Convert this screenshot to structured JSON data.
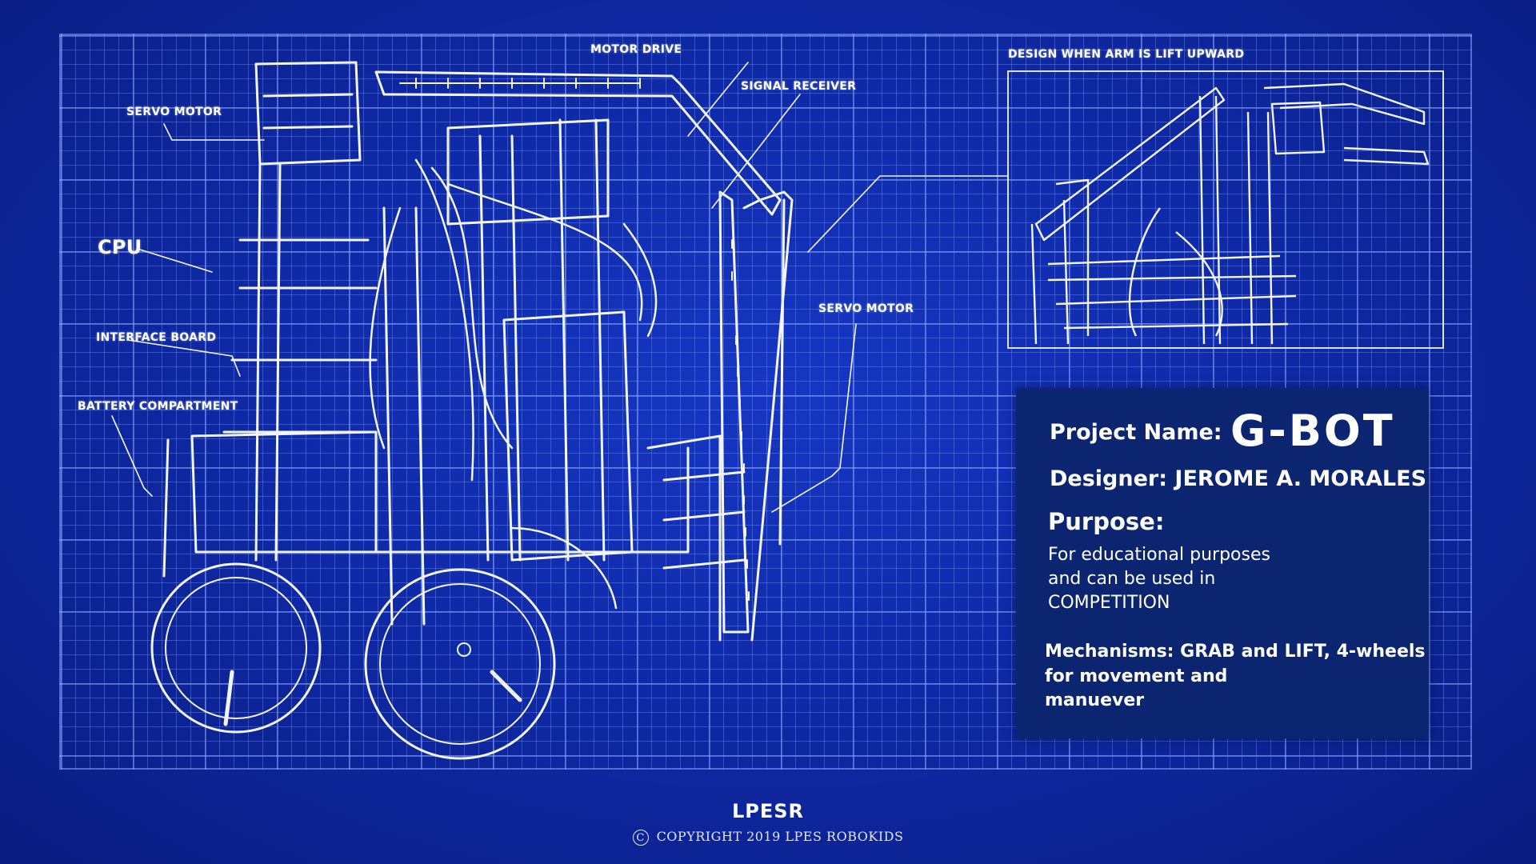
{
  "labels": {
    "motor_drive": "MOTOR DRIVE",
    "signal_receiver": "SIGNAL RECEIVER",
    "servo_motor_top": "SERVO MOTOR",
    "cpu": "CPU",
    "interface_board": "INTERFACE BOARD",
    "battery_compartment": "BATTERY COMPARTMENT",
    "servo_motor_right": "SERVO MOTOR",
    "inset_title": "DESIGN WHEN ARM IS LIFT UPWARD"
  },
  "info": {
    "project_name_label": "Project Name:",
    "project_name_value": "G-BOT",
    "designer": "Designer: JEROME A. MORALES",
    "purpose_label": "Purpose:",
    "purpose_lines": [
      "For educational purposes",
      "and can be used in",
      "COMPETITION"
    ],
    "mechanism_lines": [
      "Mechanisms: GRAB and LIFT, 4-wheels",
      "for movement and",
      "manuever"
    ]
  },
  "footer": {
    "brand": "LPESR",
    "copyright_symbol": "C",
    "copyright": "COPYRIGHT 2019 LPES ROBOKIDS"
  },
  "colors": {
    "background": "#0f2aa8",
    "panel": "#0c2570",
    "line": "#ffffff"
  }
}
